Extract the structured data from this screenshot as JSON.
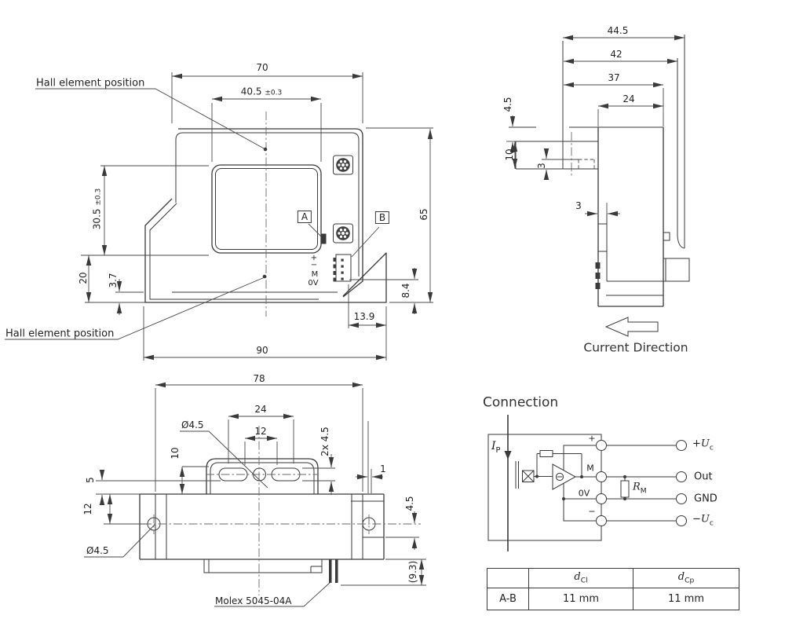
{
  "drawing": {
    "front": {
      "hall_label_top": "Hall element position",
      "hall_label_bottom": "Hall element position",
      "dim_width_outer": "70",
      "dim_window_width": {
        "main": "40.5",
        "tol": "±0.3"
      },
      "dim_window_height": {
        "main": "30.5",
        "tol": "±0.3"
      },
      "dim_20": "20",
      "dim_3_7": "3.7",
      "dim_height": "65",
      "dim_8_4": "8.4",
      "dim_13_9": "13.9",
      "dim_base_width": "90",
      "detail_a": "A",
      "detail_b": "B",
      "pins": {
        "plus": "+",
        "minus": "−",
        "m": "M",
        "zero_v": "0V"
      }
    },
    "side": {
      "dim_44_5": "44.5",
      "dim_42": "42",
      "dim_37": "37",
      "dim_24": "24",
      "dim_4_5": "4.5",
      "dim_10": "10",
      "dim_3_hole": "3",
      "dim_3_wall": "3",
      "current_direction": "Current Direction"
    },
    "bottom": {
      "dim_78": "78",
      "dim_24": "24",
      "dim_12": "12",
      "hole_dia_top": "Ø4.5",
      "dim_slots": "2x 4.5",
      "dim_10": "10",
      "dim_5": "5",
      "dim_12_left": "12",
      "dim_1": "1",
      "dim_4_5": "4.5",
      "hole_dia_left": "Ø4.5",
      "dim_9_3": "(9.3)",
      "connector_label": "Molex 5045-04A"
    }
  },
  "connection": {
    "title": "Connection",
    "primary_current": {
      "main": "I",
      "sub": "P"
    },
    "bus": {
      "plus": "+",
      "m": "M",
      "zero_v": "0V",
      "minus": "−"
    },
    "measure_resistor": {
      "main": "R",
      "sub": "M"
    },
    "terminals": {
      "uc_plus": {
        "pre": "+",
        "main": "U",
        "sub": "c"
      },
      "out": "Out",
      "gnd": "GND",
      "uc_minus": {
        "pre": "−",
        "main": "U",
        "sub": "c"
      }
    }
  },
  "table": {
    "col_clearance": {
      "main": "d",
      "sub": "Cl"
    },
    "col_creepage": {
      "main": "d",
      "sub": "Cp"
    },
    "row": {
      "label": "A-B",
      "clearance": "11 mm",
      "creepage": "11 mm"
    }
  },
  "colors": {
    "line": "#3a3a3a",
    "dim_line": "#4a4a4a",
    "text": "#222222",
    "background": "#ffffff"
  }
}
